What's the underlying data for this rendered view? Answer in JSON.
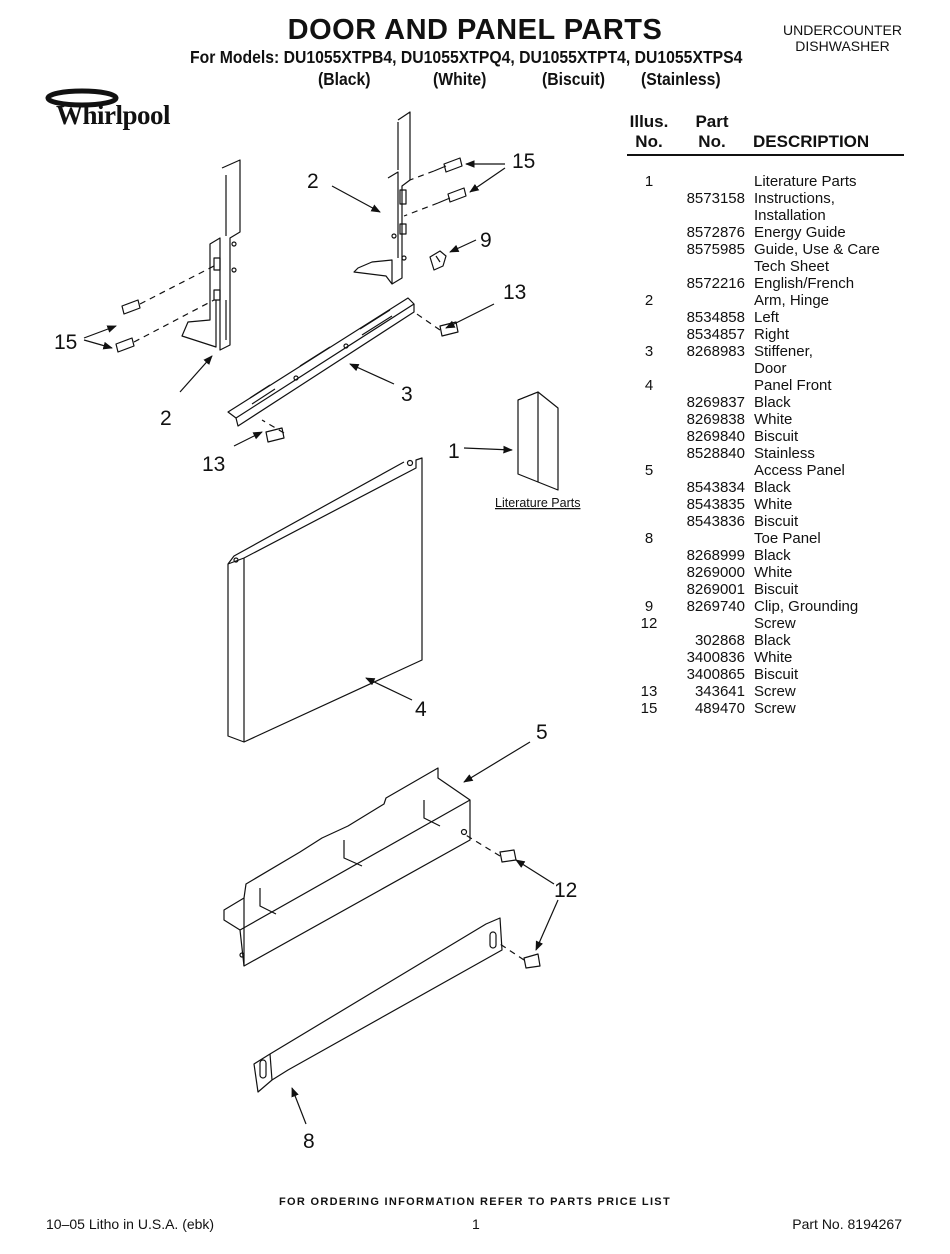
{
  "header": {
    "title": "DOOR AND PANEL PARTS",
    "models_line": "For Models: DU1055XTPB4, DU1055XTPQ4, DU1055XTPT4, DU1055XTPS4",
    "colors": [
      "(Black)",
      "(White)",
      "(Biscuit)",
      "(Stainless)"
    ],
    "category_line1": "UNDERCOUNTER",
    "category_line2": "DISHWASHER",
    "brand": "Whirlpool"
  },
  "diagram": {
    "callouts": {
      "c15_top": "15",
      "c2_top": "2",
      "c9": "9",
      "c13_right": "13",
      "c15_left": "15",
      "c2_left": "2",
      "c3": "3",
      "c13_left": "13",
      "c1": "1",
      "c4": "4",
      "c5": "5",
      "c12": "12",
      "c8": "8"
    },
    "literature_caption": "Literature Parts"
  },
  "parts_table": {
    "headers": {
      "illus_line1": "Illus.",
      "illus_line2": "No.",
      "part_line1": "Part",
      "part_line2": "No.",
      "description": "DESCRIPTION"
    },
    "rows": [
      {
        "illus": "1",
        "part": "",
        "desc": "Literature Parts"
      },
      {
        "illus": "",
        "part": "8573158",
        "desc": "Instructions,"
      },
      {
        "illus": "",
        "part": "",
        "desc": "Installation"
      },
      {
        "illus": "",
        "part": "8572876",
        "desc": "Energy Guide"
      },
      {
        "illus": "",
        "part": "8575985",
        "desc": "Guide, Use & Care"
      },
      {
        "illus": "",
        "part": "",
        "desc": "Tech Sheet"
      },
      {
        "illus": "",
        "part": "8572216",
        "desc": "English/French"
      },
      {
        "illus": "2",
        "part": "",
        "desc": "Arm, Hinge"
      },
      {
        "illus": "",
        "part": "8534858",
        "desc": "Left"
      },
      {
        "illus": "",
        "part": "8534857",
        "desc": "Right"
      },
      {
        "illus": "3",
        "part": "8268983",
        "desc": "Stiffener,"
      },
      {
        "illus": "",
        "part": "",
        "desc": "Door"
      },
      {
        "illus": "4",
        "part": "",
        "desc": "Panel Front"
      },
      {
        "illus": "",
        "part": "8269837",
        "desc": "Black"
      },
      {
        "illus": "",
        "part": "8269838",
        "desc": "White"
      },
      {
        "illus": "",
        "part": "8269840",
        "desc": "Biscuit"
      },
      {
        "illus": "",
        "part": "8528840",
        "desc": "Stainless"
      },
      {
        "illus": "5",
        "part": "",
        "desc": "Access Panel"
      },
      {
        "illus": "",
        "part": "8543834",
        "desc": "Black"
      },
      {
        "illus": "",
        "part": "8543835",
        "desc": "White"
      },
      {
        "illus": "",
        "part": "8543836",
        "desc": "Biscuit"
      },
      {
        "illus": "8",
        "part": "",
        "desc": "Toe Panel"
      },
      {
        "illus": "",
        "part": "8268999",
        "desc": "Black"
      },
      {
        "illus": "",
        "part": "8269000",
        "desc": "White"
      },
      {
        "illus": "",
        "part": "8269001",
        "desc": "Biscuit"
      },
      {
        "illus": "9",
        "part": "8269740",
        "desc": "Clip, Grounding"
      },
      {
        "illus": "12",
        "part": "",
        "desc": "Screw"
      },
      {
        "illus": "",
        "part": "302868",
        "desc": "Black"
      },
      {
        "illus": "",
        "part": "3400836",
        "desc": "White"
      },
      {
        "illus": "",
        "part": "3400865",
        "desc": "Biscuit"
      },
      {
        "illus": "13",
        "part": "343641",
        "desc": "Screw"
      },
      {
        "illus": "15",
        "part": "489470",
        "desc": "Screw"
      }
    ]
  },
  "footer": {
    "ordering": "FOR ORDERING INFORMATION REFER TO PARTS PRICE LIST",
    "left": "10–05 Litho in U.S.A. (ebk)",
    "center": "1",
    "right": "Part No. 8194267"
  }
}
